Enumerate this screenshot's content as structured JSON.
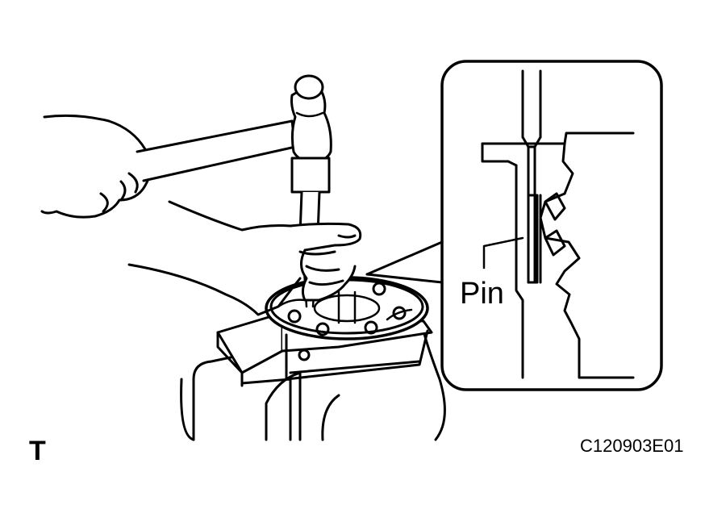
{
  "labels": {
    "corner_mark": "T",
    "figure_code": "C120903E01",
    "callout_pin": "Pin"
  },
  "colors": {
    "ink": "#000000",
    "paper": "#ffffff"
  }
}
